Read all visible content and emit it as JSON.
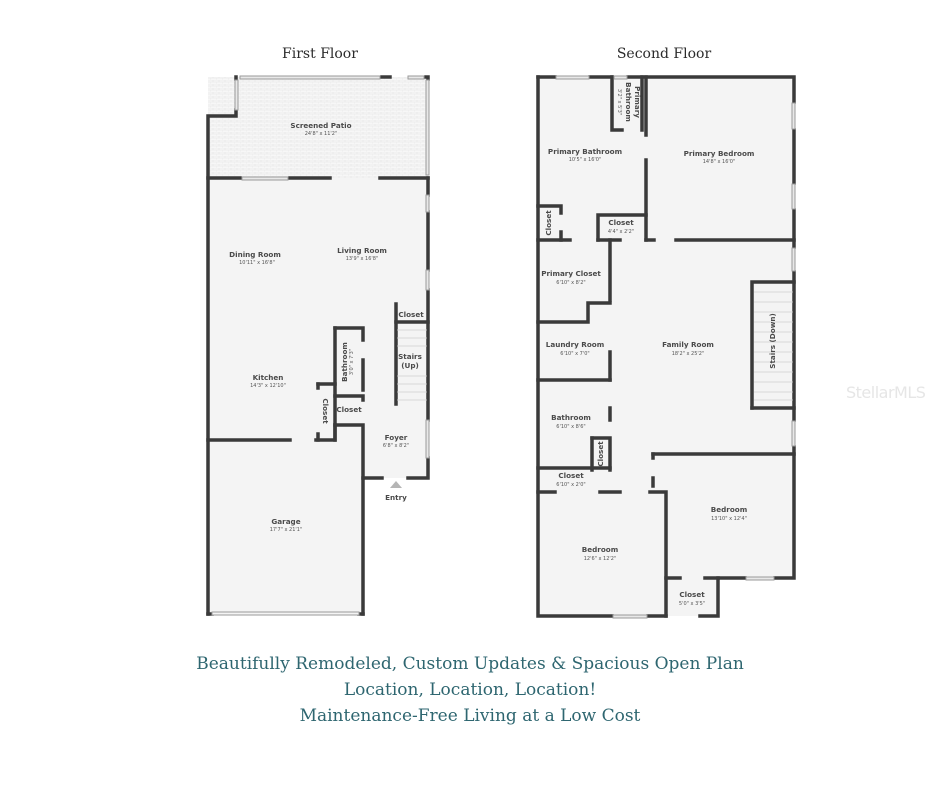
{
  "titles": {
    "first_floor": "First Floor",
    "second_floor": "Second Floor"
  },
  "first_floor": {
    "screened_patio": {
      "label": "Screened Patio",
      "dim": "24'8\" x 11'2\""
    },
    "dining_room": {
      "label": "Dining Room",
      "dim": "10'11\" x 16'8\""
    },
    "living_room": {
      "label": "Living Room",
      "dim": "13'9\" x 16'8\""
    },
    "closet_top": {
      "label": "Closet"
    },
    "stairs_up": {
      "label_1": "Stairs",
      "label_2": "(Up)"
    },
    "bathroom": {
      "label": "Bathroom",
      "dim": "3'0\" x 7'3\""
    },
    "kitchen": {
      "label": "Kitchen",
      "dim": "14'3\" x 12'10\""
    },
    "closet_vertical": {
      "label": "Closet"
    },
    "closet_mid": {
      "label": "Closet"
    },
    "foyer": {
      "label": "Foyer",
      "dim": "6'8\" x 8'2\""
    },
    "entry": {
      "label": "Entry"
    },
    "garage": {
      "label": "Garage",
      "dim": "17'7\" x 21'1\""
    }
  },
  "second_floor": {
    "primary_bathroom_small": {
      "label_1": "Primary",
      "label_2": "Bathroom",
      "dim": "3'2\" x 5'3\""
    },
    "primary_bathroom": {
      "label": "Primary Bathroom",
      "dim": "10'5\" x 16'0\""
    },
    "primary_bedroom": {
      "label": "Primary Bedroom",
      "dim": "14'8\" x 16'0\""
    },
    "closet_vertical_left": {
      "label": "Closet"
    },
    "closet_4x2": {
      "label": "Closet",
      "dim": "4'4\" x 2'2\""
    },
    "primary_closet": {
      "label": "Primary Closet",
      "dim": "6'10\" x 8'2\""
    },
    "laundry_room": {
      "label": "Laundry Room",
      "dim": "6'10\" x 7'0\""
    },
    "family_room": {
      "label": "Family Room",
      "dim": "18'2\" x 25'2\""
    },
    "stairs_down": {
      "label": "Stairs (Down)"
    },
    "bathroom": {
      "label": "Bathroom",
      "dim": "6'10\" x 8'6\""
    },
    "closet_vertical_small": {
      "label": "Closet"
    },
    "closet_6x2": {
      "label": "Closet",
      "dim": "6'10\" x 2'0\""
    },
    "bedroom_left": {
      "label": "Bedroom",
      "dim": "12'6\" x 12'2\""
    },
    "bedroom_right": {
      "label": "Bedroom",
      "dim": "13'10\" x 12'4\""
    },
    "closet_5x3": {
      "label": "Closet",
      "dim": "5'0\" x 3'5\""
    }
  },
  "taglines": [
    "Beautifully Remodeled, Custom Updates & Spacious Open Plan",
    "Location, Location, Location!",
    "Maintenance-Free Living at a Low Cost"
  ],
  "watermark": "StellarMLS",
  "colors": {
    "wall": "#3a3a3a",
    "floor": "#f4f4f4",
    "tagline": "#2e6670"
  }
}
